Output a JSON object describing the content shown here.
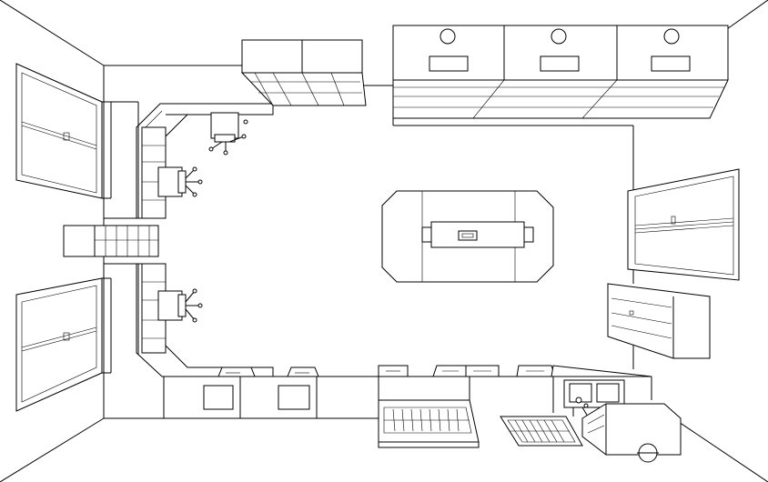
{
  "diagram": {
    "kind": "floor-plan-line-drawing",
    "stroke_color": "#000000",
    "background_color": "#ffffff",
    "elements": {
      "room": "room-outline",
      "windows": [
        "window-left-upper",
        "window-left-lower",
        "window-right"
      ],
      "desks": [
        "workstation-upper",
        "workstation-lower",
        "side-shelf"
      ],
      "chairs": [
        "chair-upper-left",
        "chair-upper-top",
        "chair-lower-left"
      ],
      "cabinets": [
        "wall-cabinet-top-left",
        "fume-hoods-top-right",
        "island-bench",
        "side-cabinet-right",
        "bottom-counter"
      ],
      "drawers": [
        "drawer-rack-open-1",
        "drawer-rack-open-2"
      ],
      "appliances": [
        "sink-unit",
        "fume-hood-bottom-right"
      ]
    }
  }
}
